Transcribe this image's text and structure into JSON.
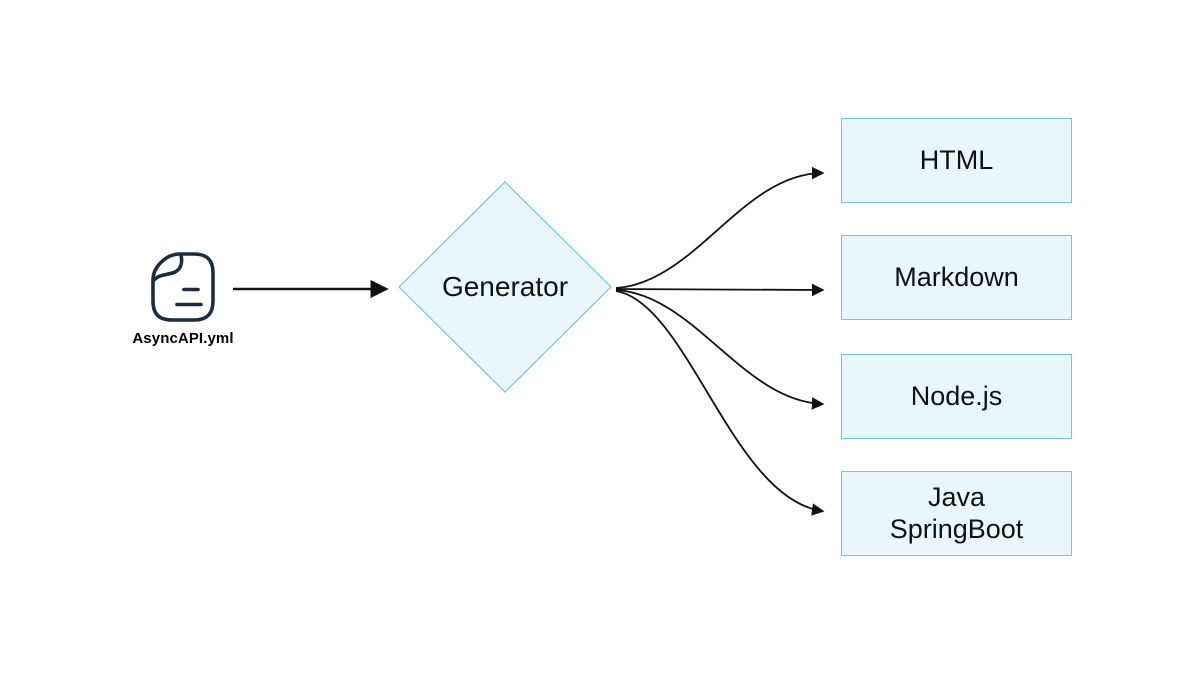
{
  "diagram": {
    "source": {
      "icon": "document-icon",
      "label": "AsyncAPI.yml"
    },
    "generator": {
      "label": "Generator",
      "shape": "diamond"
    },
    "outputs": [
      {
        "label": "HTML"
      },
      {
        "label": "Markdown"
      },
      {
        "label": "Node.js"
      },
      {
        "label": "Java\nSpringBoot"
      }
    ],
    "connections": [
      {
        "from": "AsyncAPI.yml",
        "to": "Generator"
      },
      {
        "from": "Generator",
        "to": "HTML"
      },
      {
        "from": "Generator",
        "to": "Markdown"
      },
      {
        "from": "Generator",
        "to": "Node.js"
      },
      {
        "from": "Generator",
        "to": "Java SpringBoot"
      }
    ],
    "colors": {
      "background": "#ffffff",
      "node_fill": "#e9f7fd",
      "node_border": "#6ec9e0",
      "arrow": "#111111",
      "icon_stroke": "#1e2b3f",
      "text": "#111111"
    }
  }
}
